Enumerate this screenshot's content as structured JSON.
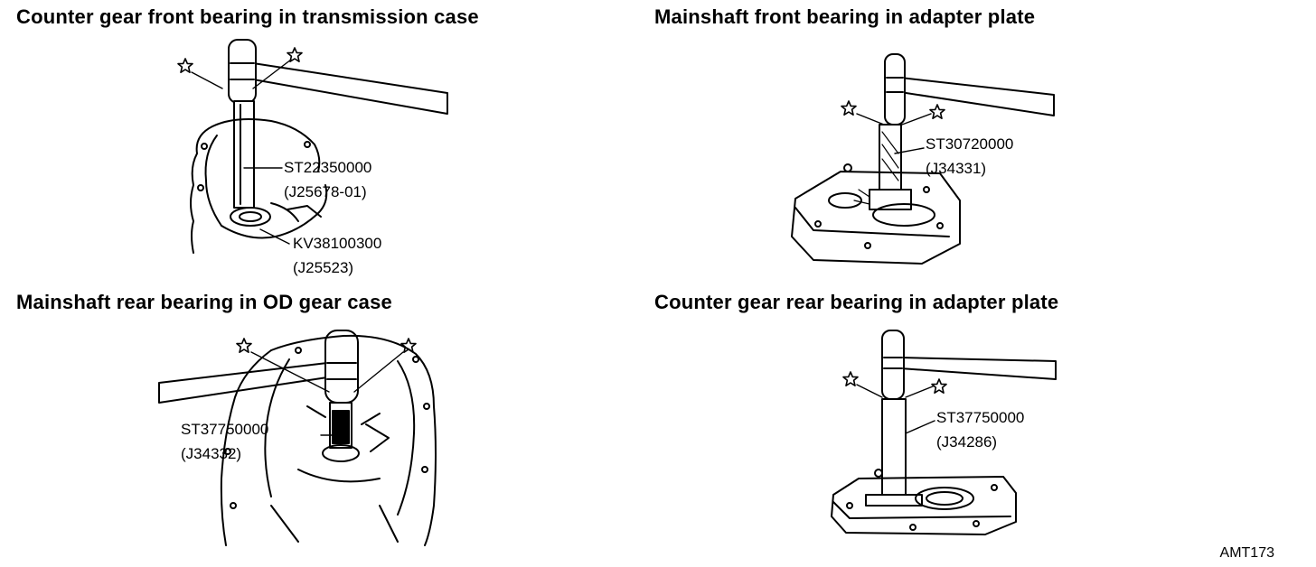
{
  "panels": [
    {
      "title": "Counter gear front bearing in transmission case",
      "callouts": [
        {
          "line1": "ST22350000",
          "line2": "(J25678-01)"
        },
        {
          "line1": "KV38100300",
          "line2": "(J25523)"
        }
      ]
    },
    {
      "title": "Mainshaft front bearing in adapter plate",
      "callouts": [
        {
          "line1": "ST30720000",
          "line2": "(J34331)"
        }
      ]
    },
    {
      "title": "Mainshaft rear bearing in OD gear case",
      "callouts": [
        {
          "line1": "ST37750000",
          "line2": "(J34332)"
        }
      ]
    },
    {
      "title": "Counter gear rear bearing in adapter plate",
      "callouts": [
        {
          "line1": "ST37750000",
          "line2": "(J34286)"
        }
      ]
    }
  ],
  "figure_code": "AMT173",
  "icons": {
    "torque_mark": "star-outline-icon"
  }
}
